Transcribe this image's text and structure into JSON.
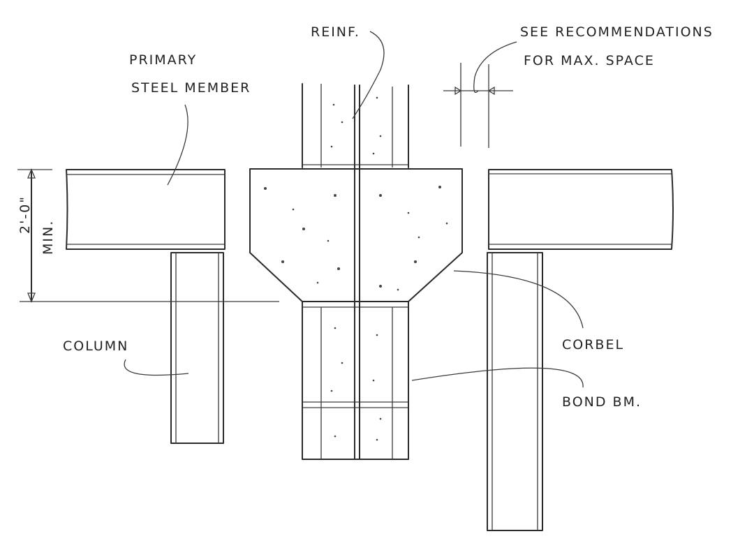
{
  "labels": {
    "reinf": "REINF.",
    "see_recommendations_line1": "SEE RECOMMENDATIONS",
    "see_recommendations_line2": "FOR MAX. SPACE",
    "primary_line1": "PRIMARY",
    "primary_line2": "STEEL MEMBER",
    "dimension": "2'-0\"",
    "dimension_min": "MIN.",
    "column": "COLUMN",
    "corbel": "CORBEL",
    "bond_beam": "BOND BM."
  }
}
